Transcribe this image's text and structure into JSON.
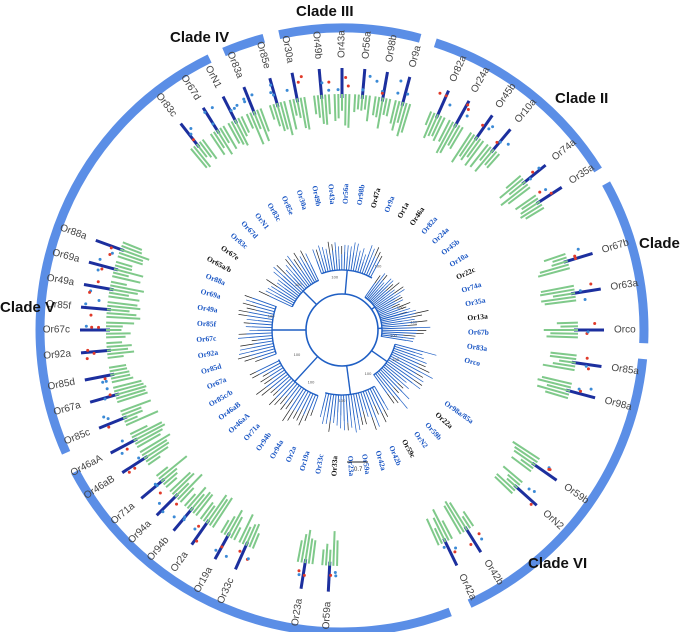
{
  "colors": {
    "clade_arc": "#5b8ee6",
    "tree_blue": "#1f5fc4",
    "tree_black": "#222222",
    "leaf_blue": "#1a56c4",
    "leaf_black": "#111111",
    "bars_green": "#7fc98a",
    "domain_navy": "#1c2f9e",
    "dot_red": "#e03a2a",
    "dot_blue": "#3b8ad6"
  },
  "clades": [
    {
      "label": "Clade I"
    },
    {
      "label": "Clade II"
    },
    {
      "label": "Clade III"
    },
    {
      "label": "Clade IV"
    },
    {
      "label": "Clade V"
    },
    {
      "label": "Clade VI"
    }
  ],
  "genes": [
    "Or83c",
    "Or67d",
    "OrN1",
    "Or83a",
    "Or85e",
    "Or30a",
    "Or49b",
    "Or43a",
    "Or56a",
    "Or98b",
    "Or9a",
    "Or82a",
    "Or24a",
    "Or45b",
    "Or10a",
    "Or74a",
    "Or35a",
    "Or67b",
    "Or63a",
    "Orco",
    "Or85a",
    "Or98a",
    "Or59b",
    "OrN2",
    "Or42b",
    "Or42a",
    "Or59a",
    "Or23a",
    "Or33c",
    "Or19a",
    "Or2a",
    "Or94b",
    "Or94a",
    "Or71a",
    "Or46aB",
    "Or46aA",
    "Or85c",
    "Or67a",
    "Or85d",
    "Or92a",
    "Or67c",
    "Or85f",
    "Or49a",
    "Or69a",
    "Or88a"
  ],
  "tree_leaves": [
    {
      "text": "Orco",
      "color": "blue"
    },
    {
      "text": "Or83a",
      "color": "blue"
    },
    {
      "text": "Or67b",
      "color": "blue"
    },
    {
      "text": "Or13a",
      "color": "black"
    },
    {
      "text": "Or35a",
      "color": "blue"
    },
    {
      "text": "Or74a",
      "color": "blue"
    },
    {
      "text": "Or22c",
      "color": "black"
    },
    {
      "text": "Or10a",
      "color": "blue"
    },
    {
      "text": "Or45b",
      "color": "blue"
    },
    {
      "text": "Or24a",
      "color": "blue"
    },
    {
      "text": "Or82a",
      "color": "blue"
    },
    {
      "text": "Or46a",
      "color": "black"
    },
    {
      "text": "Or1a",
      "color": "black"
    },
    {
      "text": "Or9a",
      "color": "blue"
    },
    {
      "text": "Or47a",
      "color": "black"
    },
    {
      "text": "Or98b",
      "color": "blue"
    },
    {
      "text": "Or56a",
      "color": "blue"
    },
    {
      "text": "Or43a",
      "color": "blue"
    },
    {
      "text": "Or49b",
      "color": "blue"
    },
    {
      "text": "Or30a",
      "color": "blue"
    },
    {
      "text": "Or85e",
      "color": "blue"
    },
    {
      "text": "Or83c",
      "color": "blue"
    },
    {
      "text": "OrN1",
      "color": "blue"
    },
    {
      "text": "Or67d",
      "color": "blue"
    },
    {
      "text": "Or83c",
      "color": "blue"
    },
    {
      "text": "Or67e",
      "color": "black"
    },
    {
      "text": "Or65a/b",
      "color": "black"
    },
    {
      "text": "Or88a",
      "color": "blue"
    },
    {
      "text": "Or69a",
      "color": "blue"
    },
    {
      "text": "Or49a",
      "color": "blue"
    },
    {
      "text": "Or85f",
      "color": "blue"
    },
    {
      "text": "Or67c",
      "color": "blue"
    },
    {
      "text": "Or92a",
      "color": "blue"
    },
    {
      "text": "Or85d",
      "color": "blue"
    },
    {
      "text": "Or67a",
      "color": "blue"
    },
    {
      "text": "Or85c/b",
      "color": "blue"
    },
    {
      "text": "Or46aB",
      "color": "blue"
    },
    {
      "text": "Or46aA",
      "color": "blue"
    },
    {
      "text": "Or71a",
      "color": "blue"
    },
    {
      "text": "Or94b",
      "color": "blue"
    },
    {
      "text": "Or94a",
      "color": "blue"
    },
    {
      "text": "Or2a",
      "color": "blue"
    },
    {
      "text": "Or19a",
      "color": "blue"
    },
    {
      "text": "Or33c",
      "color": "blue"
    },
    {
      "text": "Or33a",
      "color": "black"
    },
    {
      "text": "Or23a",
      "color": "blue"
    },
    {
      "text": "Or59a",
      "color": "blue"
    },
    {
      "text": "Or42a",
      "color": "blue"
    },
    {
      "text": "Or42b",
      "color": "blue"
    },
    {
      "text": "Or59c",
      "color": "black"
    },
    {
      "text": "OrN2",
      "color": "blue"
    },
    {
      "text": "Or59b",
      "color": "blue"
    },
    {
      "text": "Or22a",
      "color": "black"
    },
    {
      "text": "Or98a/85a",
      "color": "blue"
    }
  ],
  "bootstrap_labels": [
    "100",
    "100",
    "100",
    "100",
    "100",
    "100",
    "100",
    "100",
    "100",
    "100",
    "100",
    "100"
  ],
  "scale_bar": {
    "label": "0.7"
  }
}
